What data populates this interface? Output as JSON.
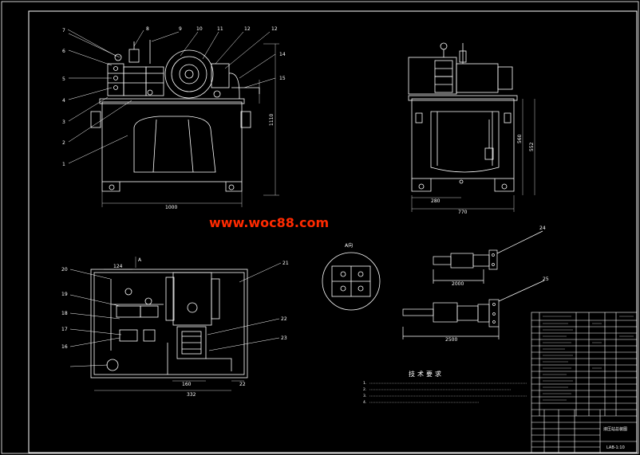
{
  "watermark": "www.woc88.com",
  "front_view": {
    "part_labels": [
      "1",
      "2",
      "3",
      "4",
      "5",
      "6",
      "7",
      "8",
      "9",
      "10",
      "11",
      "12",
      "12",
      "14",
      "15"
    ],
    "width_dim": "1000",
    "height_dim": "1110"
  },
  "side_view": {
    "dims": [
      "560",
      "280",
      "770",
      "552"
    ]
  },
  "plan_view": {
    "part_labels": [
      "16",
      "17",
      "18",
      "19",
      "20",
      "21",
      "22",
      "23"
    ],
    "dims": [
      "124",
      "160",
      "332",
      "22"
    ],
    "section_mark": "A"
  },
  "detail_view": {
    "label": "A向"
  },
  "component_24": {
    "label": "24",
    "dim": "2000"
  },
  "component_25": {
    "label": "25",
    "dim": "2500"
  },
  "tech_req": {
    "title": "技术要求",
    "items": [
      "1.",
      "2.",
      "3.",
      "4."
    ]
  },
  "title_block": {
    "company": "液压站总装图",
    "drawing_no": "LAB-1:10"
  }
}
